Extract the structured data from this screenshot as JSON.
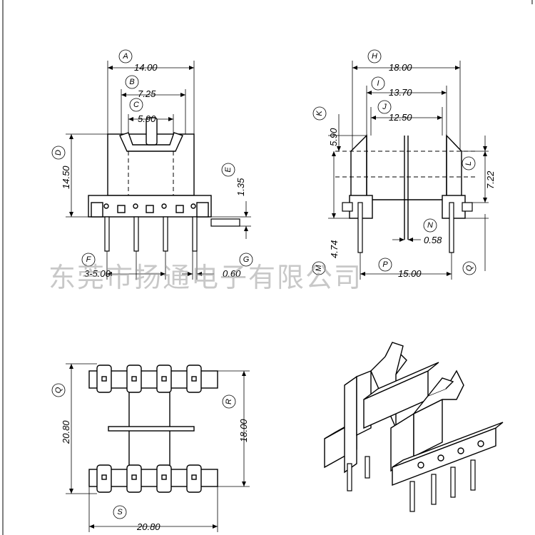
{
  "watermark": "东莞市扬通电子有限公司",
  "front_view": {
    "A": {
      "tag": "A",
      "value": "14.00"
    },
    "B": {
      "tag": "B",
      "value": "7.25"
    },
    "C": {
      "tag": "C",
      "value": "5.90"
    },
    "D": {
      "tag": "D",
      "value": "14.50"
    },
    "E": {
      "tag": "E",
      "value": "1.35"
    },
    "F": {
      "tag": "F",
      "value": "3-5.00"
    },
    "G": {
      "tag": "G",
      "value": "0.60"
    }
  },
  "side_view": {
    "H": {
      "tag": "H",
      "value": "18.00"
    },
    "I": {
      "tag": "I",
      "value": "13.70"
    },
    "J": {
      "tag": "J",
      "value": "12.50"
    },
    "K": {
      "tag": "K",
      "value": "5.90"
    },
    "L": {
      "tag": "L",
      "value": "7.22"
    },
    "M": {
      "tag": "M",
      "value": "4.74"
    },
    "N": {
      "tag": "N",
      "value": "0.58"
    },
    "P": {
      "tag": "P",
      "value": "15.00"
    },
    "Q": {
      "tag": "Q",
      "value": ""
    }
  },
  "bottom_view": {
    "Q": {
      "tag": "Q",
      "value": "20.80"
    },
    "R": {
      "tag": "R",
      "value": "18.00"
    },
    "S": {
      "tag": "S",
      "value": "20.80"
    }
  }
}
